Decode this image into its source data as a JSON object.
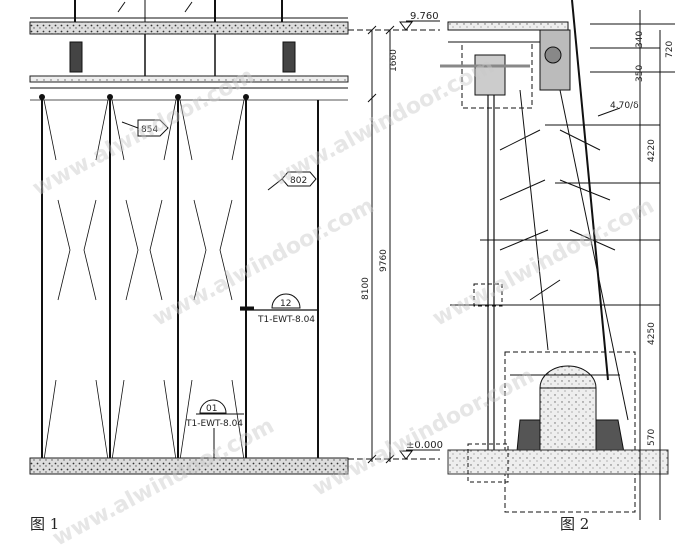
{
  "figure1": {
    "caption": "图 1",
    "level_top": "9.760",
    "level_bottom": "±0.000",
    "dim_top": "1660",
    "dim_total": "9760",
    "dim_glass": "8100",
    "tag_a": "854",
    "tag_b": "802",
    "callout_a": {
      "number": "12",
      "ref": "T1-EWT-8.04"
    },
    "callout_b": {
      "number": "01",
      "ref": "T1-EWT-8.04"
    }
  },
  "figure2": {
    "caption": "图 2",
    "dim_a": "340",
    "dim_b": "720",
    "dim_c": "350",
    "slope": "4.70/δ",
    "dim_d": "4220",
    "dim_e": "4250",
    "dim_f": "570"
  },
  "watermark": "www.alwindoor.com"
}
